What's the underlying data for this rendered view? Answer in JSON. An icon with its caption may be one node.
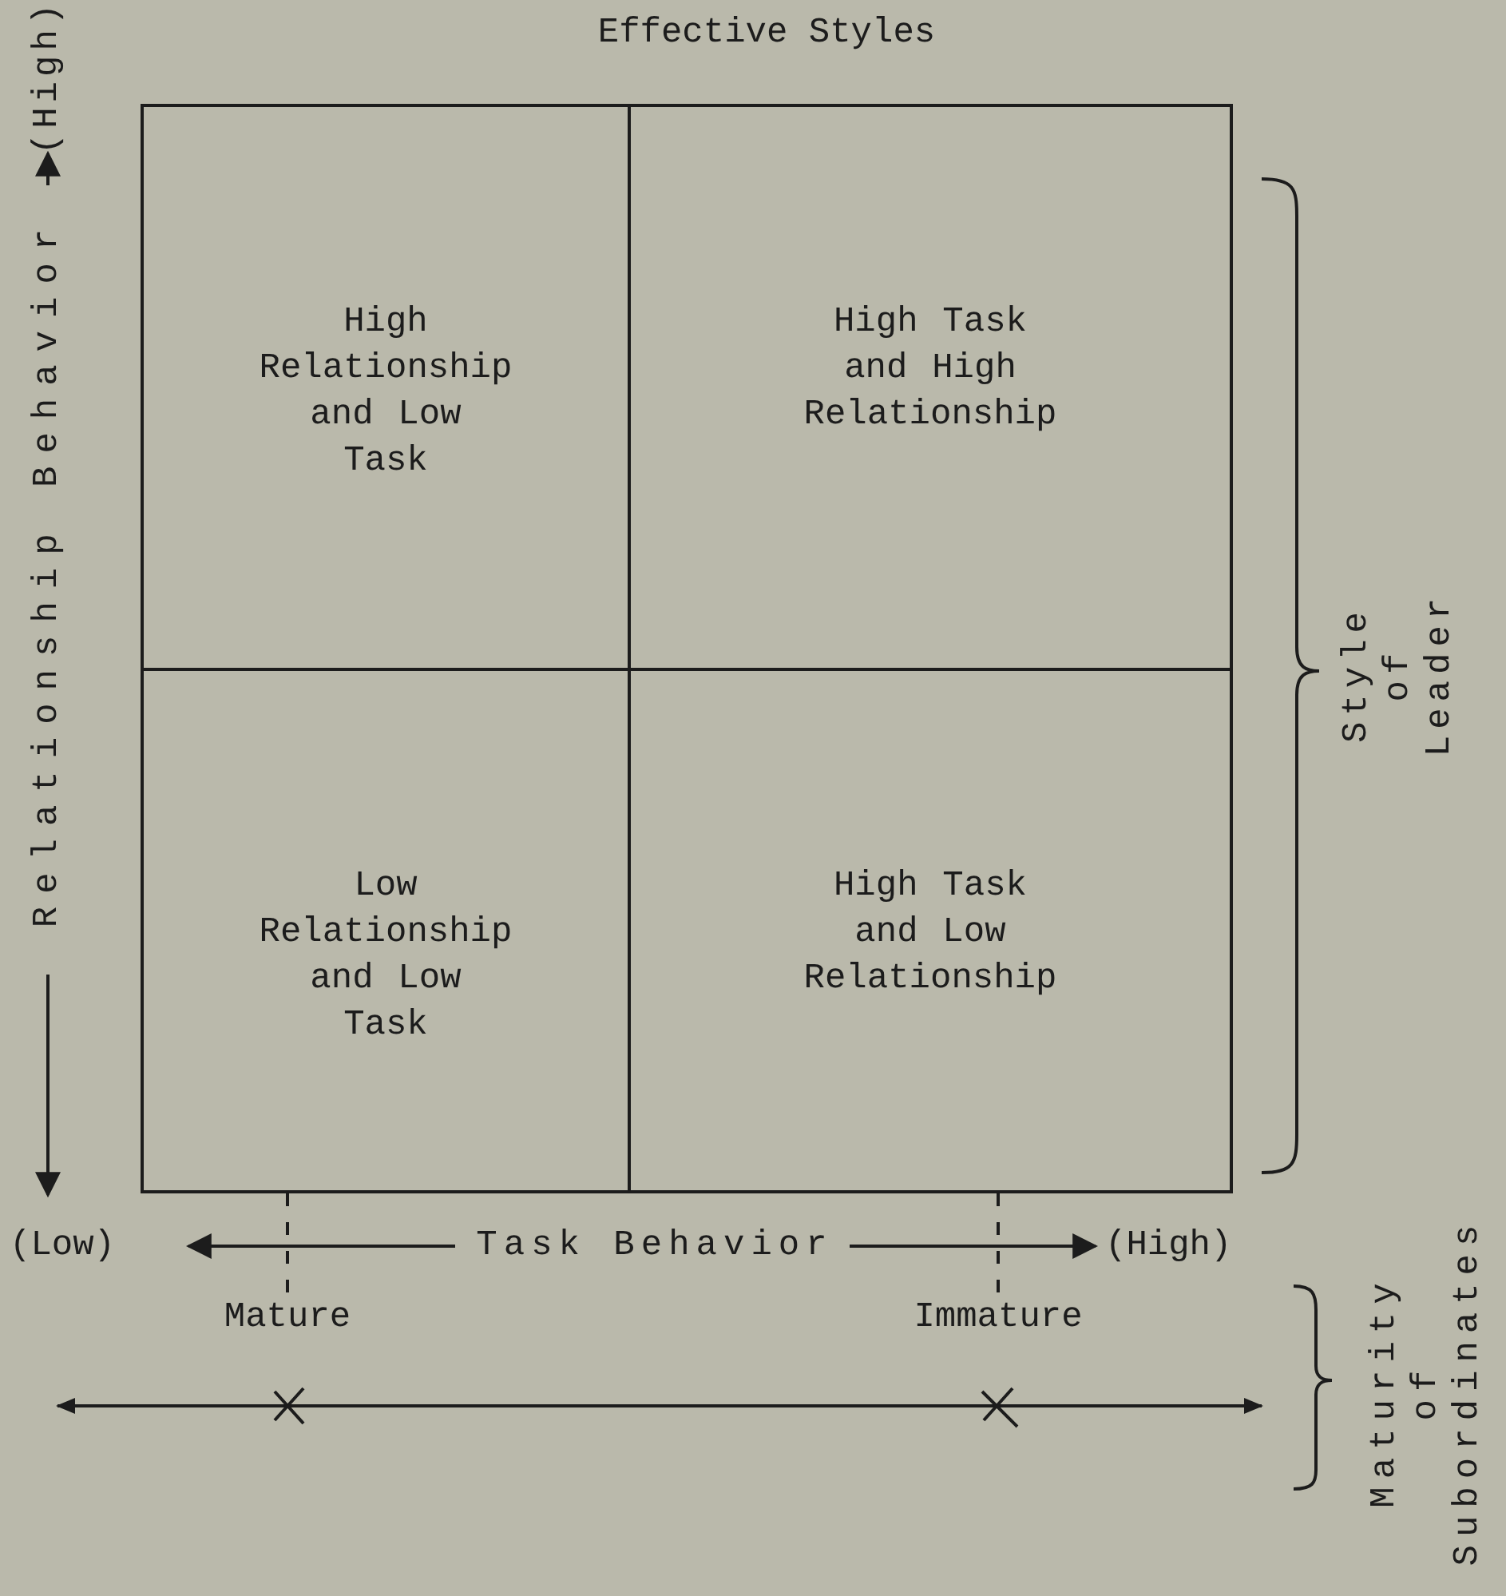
{
  "diagram": {
    "title": "Effective Styles",
    "nodes": [
      {
        "text": [
          "High Relationship and Low Task"
        ]
      },
      {
        "text": [
          "High Task and High Relationship"
        ]
      },
      {
        "text": [
          "Low Relationship and Low Task"
        ]
      },
      {
        "text": [
          "High Task and Low Relationship"
        ]
      },
      {
        "text": [
          "Mature"
        ]
      },
      {
        "text": [
          "Immature"
        ]
      }
    ],
    "edges": [
      {
        "from": 2,
        "to": 4,
        "arrow": "none",
        "style": "dashed"
      },
      {
        "from": 3,
        "to": 5,
        "arrow": "none",
        "style": "dashed"
      }
    ],
    "labels": [
      "Relationship Behavior",
      "(High)",
      "Style of Leader",
      "(Low)",
      "Task Behavior",
      "(High)",
      "Maturity of Subordinates"
    ]
  }
}
